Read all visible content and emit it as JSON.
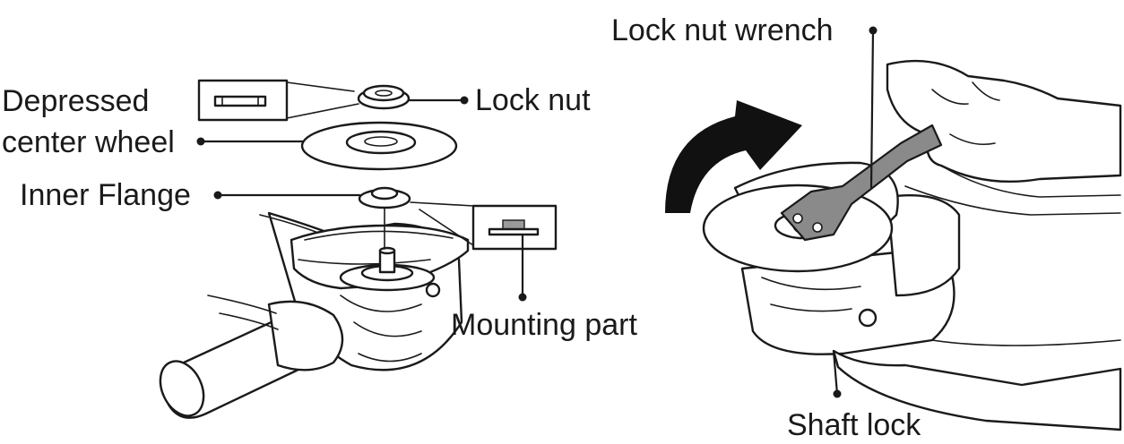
{
  "figure": {
    "labels": {
      "depressed_center_wheel_line1": "Depressed",
      "depressed_center_wheel_line2": "center wheel",
      "lock_nut": "Lock nut",
      "inner_flange": "Inner Flange",
      "mounting_part": "Mounting part",
      "lock_nut_wrench": "Lock nut wrench",
      "shaft_lock": "Shaft lock"
    },
    "colors": {
      "line": "#1a1a1a",
      "wrench_fill": "#8a8a8a",
      "arrow_fill": "#111111",
      "mounting_highlight": "#9a9a9a",
      "background": "#ffffff"
    }
  }
}
